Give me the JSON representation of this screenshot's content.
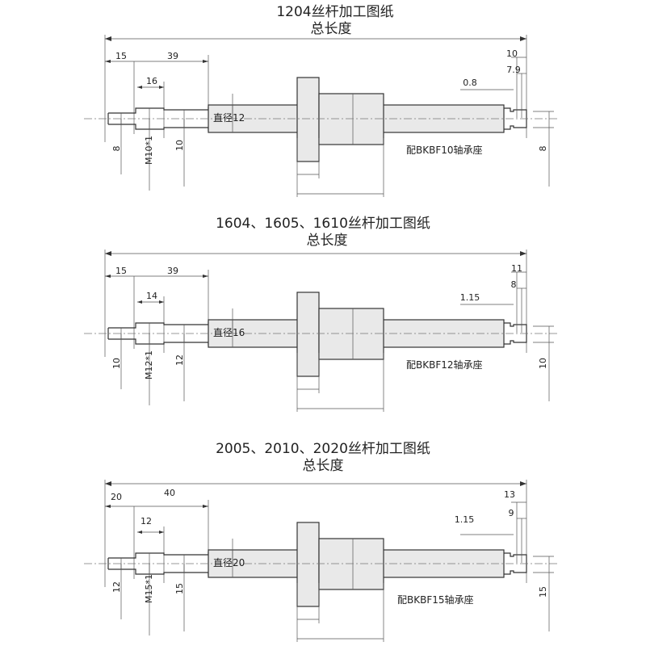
{
  "sections": [
    {
      "title": "1204丝杆加工图纸",
      "subtitle": "总长度",
      "dims": {
        "end_len": "15",
        "thread_span": "39",
        "thread_len": "16",
        "left_dia": "8",
        "thread_spec": "M10*1",
        "bearing_dia": "10",
        "screw_dia": "直径12",
        "right_total": "10",
        "right_seat": "7.9",
        "groove": "0.8",
        "right_dia": "8"
      },
      "bearing_note": "配BKBF10轴承座"
    },
    {
      "title": "1604、1605、1610丝杆加工图纸",
      "subtitle": "总长度",
      "dims": {
        "end_len": "15",
        "thread_span": "39",
        "thread_len": "14",
        "left_dia": "10",
        "thread_spec": "M12*1",
        "bearing_dia": "12",
        "screw_dia": "直径16",
        "right_total": "11",
        "right_seat": "8",
        "groove": "1.15",
        "right_dia": "10"
      },
      "bearing_note": "配BKBF12轴承座"
    },
    {
      "title": "2005、2010、2020丝杆加工图纸",
      "subtitle": "总长度",
      "dims": {
        "end_len": "20",
        "thread_span": "40",
        "thread_len": "12",
        "left_dia": "12",
        "thread_spec": "M15*1",
        "bearing_dia": "15",
        "screw_dia": "直径20",
        "right_total": "13",
        "right_seat": "9",
        "groove": "1.15",
        "right_dia": "15"
      },
      "bearing_note": "配BKBF15轴承座"
    }
  ]
}
